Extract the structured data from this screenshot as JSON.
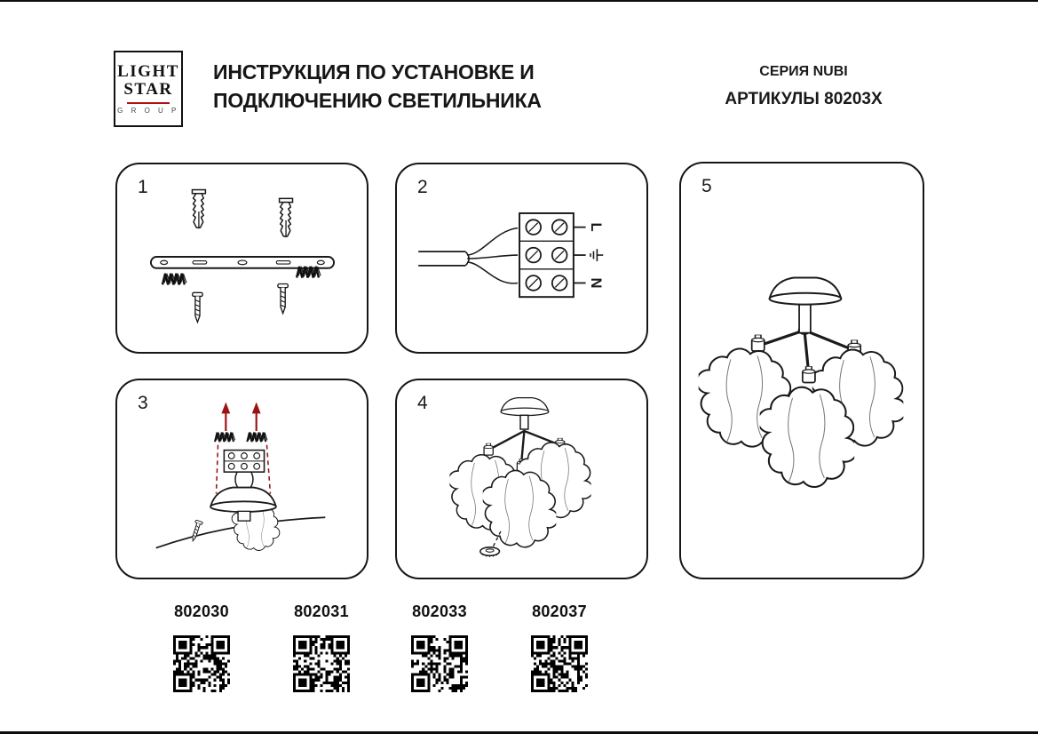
{
  "header": {
    "logo": {
      "line1": "LIGHT",
      "line2": "STAR",
      "line3": "G R O U P"
    },
    "title_line1": "ИНСТРУКЦИЯ ПО УСТАНОВКЕ И",
    "title_line2": "ПОДКЛЮЧЕНИЮ СВЕТИЛЬНИКА",
    "series": "СЕРИЯ NUBI",
    "articles": "АРТИКУЛЫ 80203X"
  },
  "steps": [
    {
      "number": "1"
    },
    {
      "number": "2"
    },
    {
      "number": "3"
    },
    {
      "number": "4"
    },
    {
      "number": "5"
    }
  ],
  "wiring": {
    "live": "L",
    "neutral": "N"
  },
  "products": [
    {
      "article": "802030"
    },
    {
      "article": "802031"
    },
    {
      "article": "802033"
    },
    {
      "article": "802037"
    }
  ],
  "colors": {
    "ink": "#1a1a1a",
    "accent_red": "#b01116",
    "arrow_red": "#9b1313"
  }
}
